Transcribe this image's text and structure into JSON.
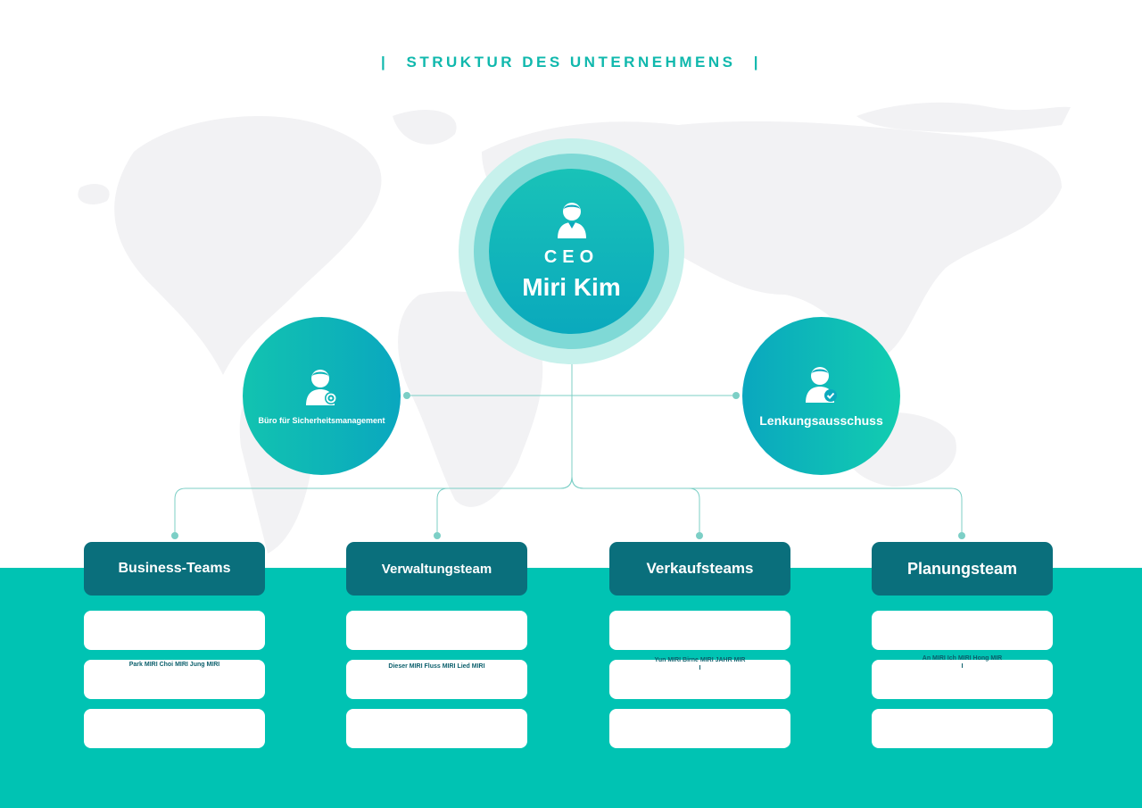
{
  "title": "STRUKTUR DES UNTERNEHMENS",
  "title_divider": "|",
  "colors": {
    "accent": "#00c3b3",
    "team_header": "#0a6f7c",
    "title": "#10b8ad",
    "connector": "#7ccfc6"
  },
  "ceo": {
    "role": "CEO",
    "name": "Miri Kim",
    "icon": "person-icon"
  },
  "side_units": [
    {
      "label": "Büro für Sicherheitsmanagement",
      "icon": "person-gear-icon"
    },
    {
      "label": "Lenkungsausschuss",
      "icon": "person-check-icon"
    }
  ],
  "teams": [
    {
      "name": "Business-Teams",
      "members": [
        "Park MIRI  Choi MIRI  Jung MIRI"
      ]
    },
    {
      "name": "Verwaltungsteam",
      "members": [
        "Dieser MIRI  Fluss MIRI  Lied MIRI"
      ]
    },
    {
      "name": "Verkaufsteams",
      "members": [
        "Yun MIRI  Birne MIRI  JAHR MIR",
        "I"
      ]
    },
    {
      "name": "Planungsteam",
      "members": [
        "An MIRI  Ich MIRI  Hong MIR",
        "I"
      ]
    }
  ]
}
